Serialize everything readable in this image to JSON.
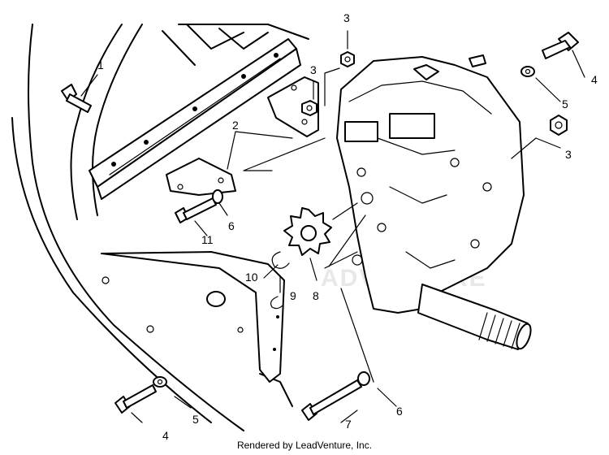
{
  "callouts": [
    {
      "id": "c1",
      "text": "1"
    },
    {
      "id": "c2",
      "text": "2"
    },
    {
      "id": "c3a",
      "text": "3"
    },
    {
      "id": "c3b",
      "text": "3"
    },
    {
      "id": "c3c",
      "text": "3"
    },
    {
      "id": "c4a",
      "text": "4"
    },
    {
      "id": "c4b",
      "text": "4"
    },
    {
      "id": "c5a",
      "text": "5"
    },
    {
      "id": "c5b",
      "text": "5"
    },
    {
      "id": "c6a",
      "text": "6"
    },
    {
      "id": "c6b",
      "text": "6"
    },
    {
      "id": "c7",
      "text": "7"
    },
    {
      "id": "c8",
      "text": "8"
    },
    {
      "id": "c9",
      "text": "9"
    },
    {
      "id": "c10",
      "text": "10"
    },
    {
      "id": "c11",
      "text": "11"
    }
  ],
  "watermark": "ADVENTURE",
  "footer": "Rendered by LeadVenture, Inc."
}
